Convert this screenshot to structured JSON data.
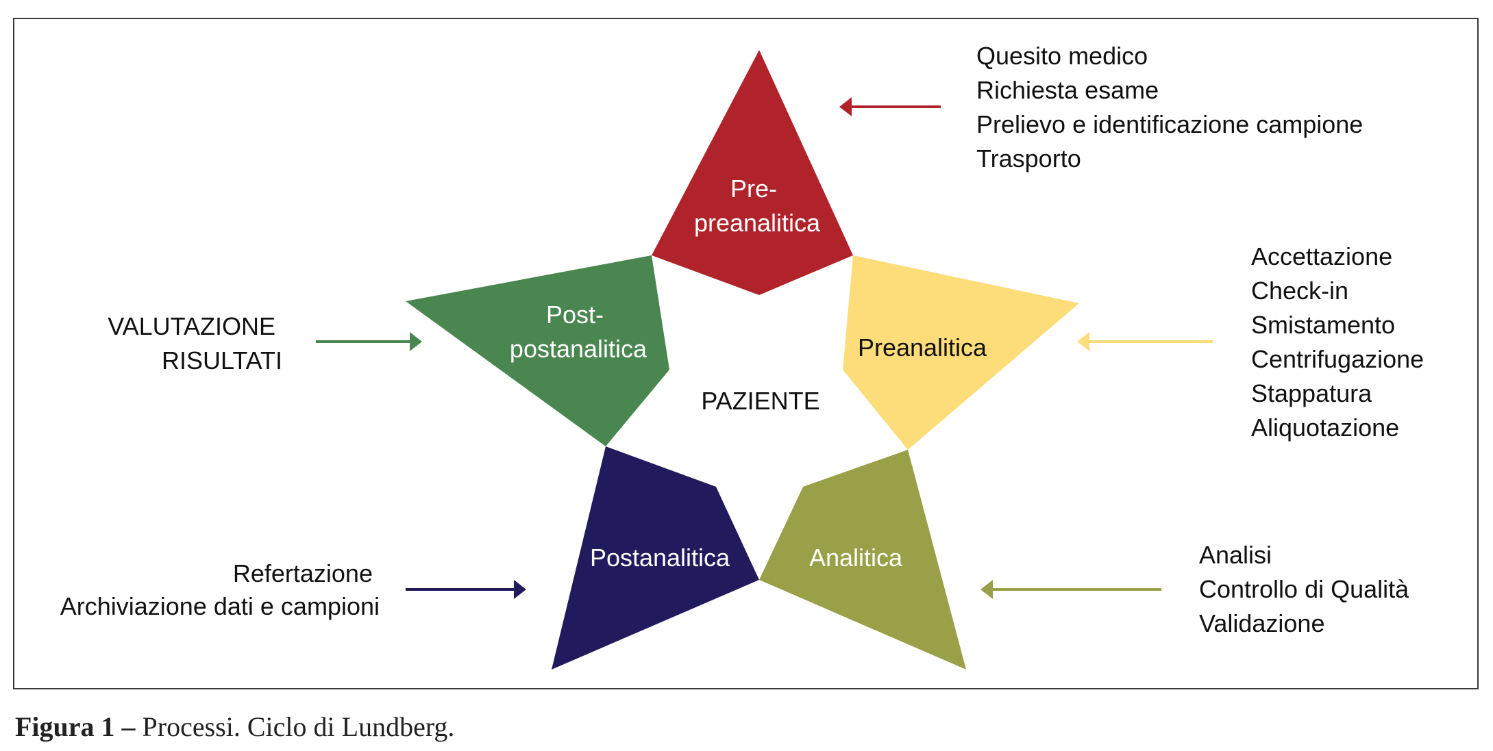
{
  "center_label": "PAZIENTE",
  "caption": {
    "prefix": "Figura 1 –",
    "text": " Processi. Ciclo di Lundberg."
  },
  "colors": {
    "pre_preanalitica": "#b0232a",
    "preanalitica": "#fddc7a",
    "analitica": "#9aa048",
    "postanalitica": "#211b5e",
    "post_postanalitica": "#4a8650"
  },
  "segments": [
    {
      "id": "pre_preanalitica",
      "lines": [
        "Pre-",
        "preanalitica"
      ],
      "text_color": "#ffffff",
      "items": [
        "Quesito medico",
        "Richiesta esame",
        "Prelievo e identificazione campione",
        "Trasporto"
      ]
    },
    {
      "id": "preanalitica",
      "lines": [
        "Preanalitica"
      ],
      "text_color": "#111111",
      "items": [
        "Accettazione",
        "Check-in",
        "Smistamento",
        "Centrifugazione",
        "Stappatura",
        "Aliquotazione"
      ]
    },
    {
      "id": "analitica",
      "lines": [
        "Analitica"
      ],
      "text_color": "#ffffff",
      "items": [
        "Analisi",
        "Controllo di Qualità",
        "Validazione"
      ]
    },
    {
      "id": "postanalitica",
      "lines": [
        "Postanalitica"
      ],
      "text_color": "#ffffff",
      "items": [
        "Refertazione",
        "Archiviazione dati e campioni"
      ]
    },
    {
      "id": "post_postanalitica",
      "lines": [
        "Post-",
        "postanalitica"
      ],
      "text_color": "#ffffff",
      "items": [
        "VALUTAZIONE",
        "RISULTATI"
      ]
    }
  ]
}
